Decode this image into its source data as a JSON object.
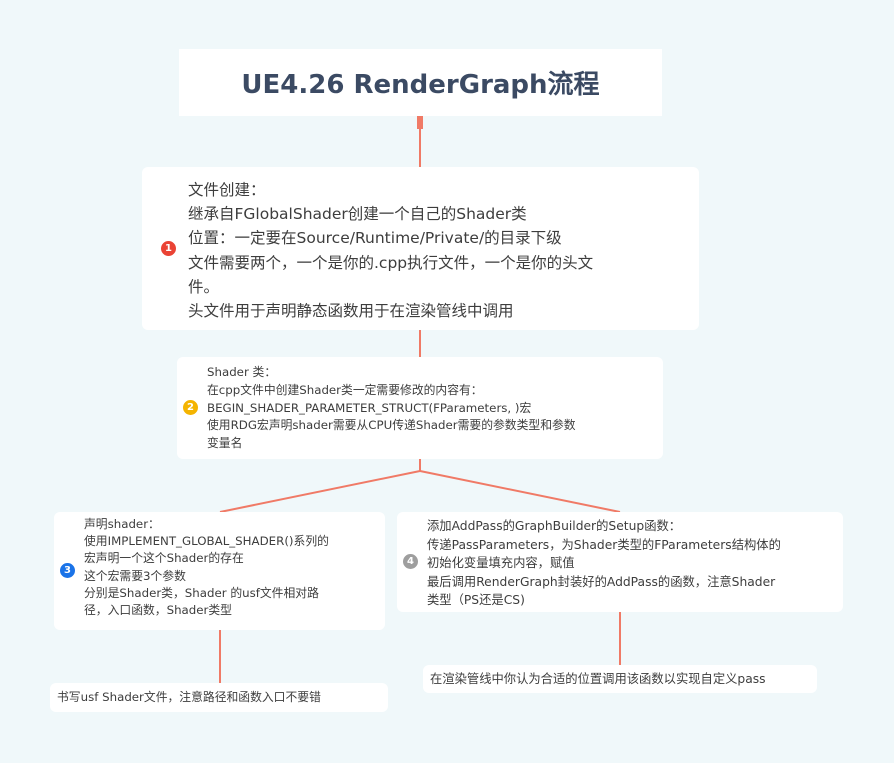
{
  "title": "UE4.26 RenderGraph流程",
  "colors": {
    "background": "#f0f8fa",
    "connector": "#f07a66",
    "badge_1": "#ea4335",
    "badge_2": "#f4b400",
    "badge_3": "#1a73e8",
    "badge_4": "#9e9e9e"
  },
  "nodes": [
    {
      "badge": "1",
      "lines": [
        "文件创建：",
        "继承自FGlobalShader创建一个自己的Shader类",
        "位置：一定要在Source/Runtime/Private/的目录下级",
        "文件需要两个，一个是你的.cpp执行文件，一个是你的头文",
        "件。",
        "头文件用于声明静态函数用于在渲染管线中调用"
      ]
    },
    {
      "badge": "2",
      "lines": [
        "Shader 类：",
        "在cpp文件中创建Shader类一定需要修改的内容有：",
        "BEGIN_SHADER_PARAMETER_STRUCT(FParameters, )宏",
        "使用RDG宏声明shader需要从CPU传递Shader需要的参数类型和参数",
        "变量名"
      ]
    },
    {
      "badge": "3",
      "lines": [
        "声明shader：",
        "使用IMPLEMENT_GLOBAL_SHADER()系列的",
        "宏声明一个这个Shader的存在",
        "这个宏需要3个参数",
        "分别是Shader类，Shader 的usf文件相对路",
        "径，入口函数，Shader类型"
      ]
    },
    {
      "badge": "4",
      "lines": [
        "添加AddPass的GraphBuilder的Setup函数：",
        "传递PassParameters，为Shader类型的FParameters结构体的",
        "初始化变量填充内容，赋值",
        "最后调用RenderGraph封装好的AddPass的函数，注意Shader",
        "类型（PS还是CS)"
      ]
    },
    {
      "lines": [
        "书写usf Shader文件，注意路径和函数入口不要错"
      ]
    },
    {
      "lines": [
        "在渲染管线中你认为合适的位置调用该函数以实现自定义pass"
      ]
    }
  ]
}
